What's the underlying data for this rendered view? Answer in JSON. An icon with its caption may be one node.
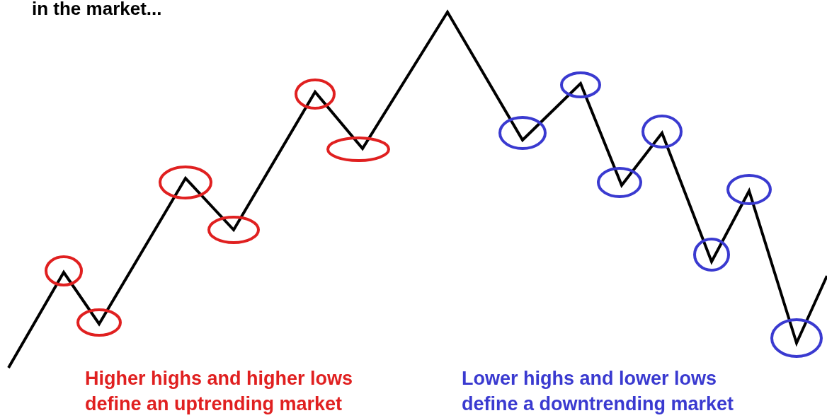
{
  "diagram": {
    "labels": [
      "in the market...",
      "Higher highs and higher lows define an uptrending market",
      "Lower highs and lower lows define a downtrending market"
    ]
  }
}
